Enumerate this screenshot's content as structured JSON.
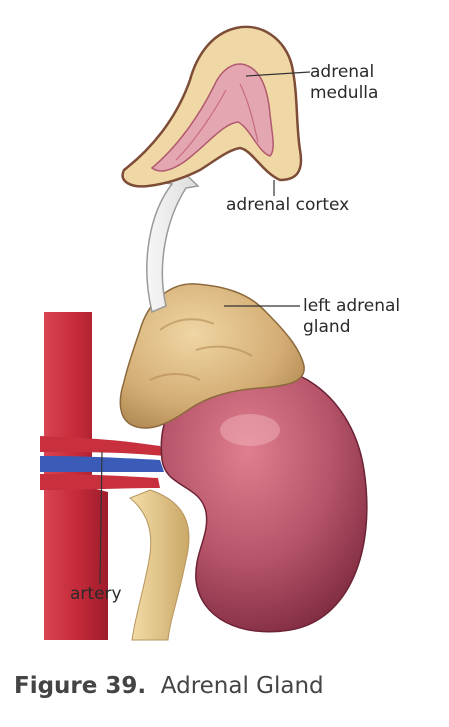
{
  "labels": {
    "adrenal_medulla_line1": "adrenal",
    "adrenal_medulla_line2": "medulla",
    "adrenal_cortex": "adrenal cortex",
    "left_adrenal_gland_line1": "left adrenal",
    "left_adrenal_gland_line2": "gland",
    "artery": "artery"
  },
  "caption": {
    "number": "Figure 39.",
    "title": "Adrenal Gland"
  },
  "colors": {
    "kidney": "#a8485c",
    "adrenal_gland": "#d6b27c",
    "cortex": "#f1d9a8",
    "medulla": "#e3a7b1",
    "capsule": "#7a4a38",
    "artery": "#c62a37",
    "vein": "#3558b5",
    "ureter": "#e2c78f"
  }
}
